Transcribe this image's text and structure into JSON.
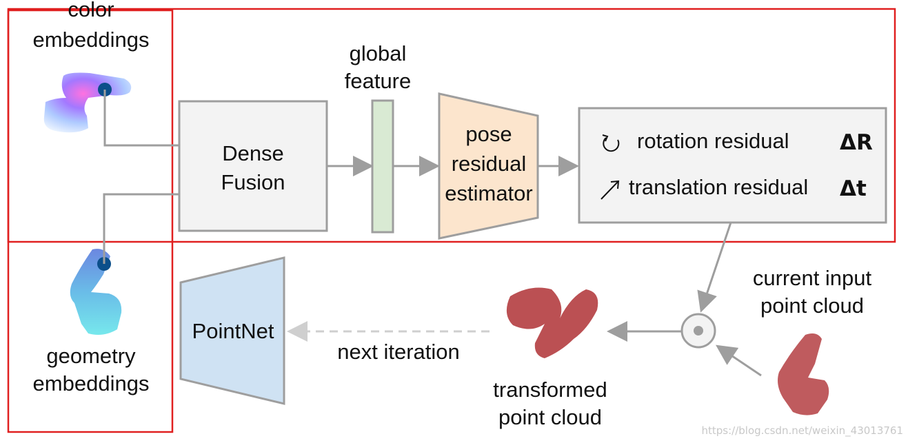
{
  "labels": {
    "color_embeddings": [
      "color",
      "embeddings"
    ],
    "geometry_embeddings": [
      "geometry",
      "embeddings"
    ],
    "dense_fusion": [
      "Dense",
      "Fusion"
    ],
    "global_feature": [
      "global",
      "feature"
    ],
    "pose_estimator": [
      "pose",
      "residual",
      "estimator"
    ],
    "rotation": "rotation residual",
    "rotation_symbol": "ΔR",
    "translation": "translation residual",
    "translation_symbol": "Δt",
    "current_input": [
      "current input",
      "point cloud"
    ],
    "transformed": [
      "transformed",
      "point cloud"
    ],
    "pointnet": "PointNet",
    "next_iteration": "next iteration",
    "watermark": "https://blog.csdn.net/weixin_43013761"
  },
  "colors": {
    "box_fill": "#f3f3f3",
    "box_stroke": "#9e9e9e",
    "global_feature_fill": "#d9ead3",
    "estimator_fill": "#fce5cd",
    "pointnet_fill": "#cfe2f3",
    "highlight_red": "#e02020",
    "cloud_red": "#a4161a",
    "dot_blue": "#0b4f8a"
  }
}
